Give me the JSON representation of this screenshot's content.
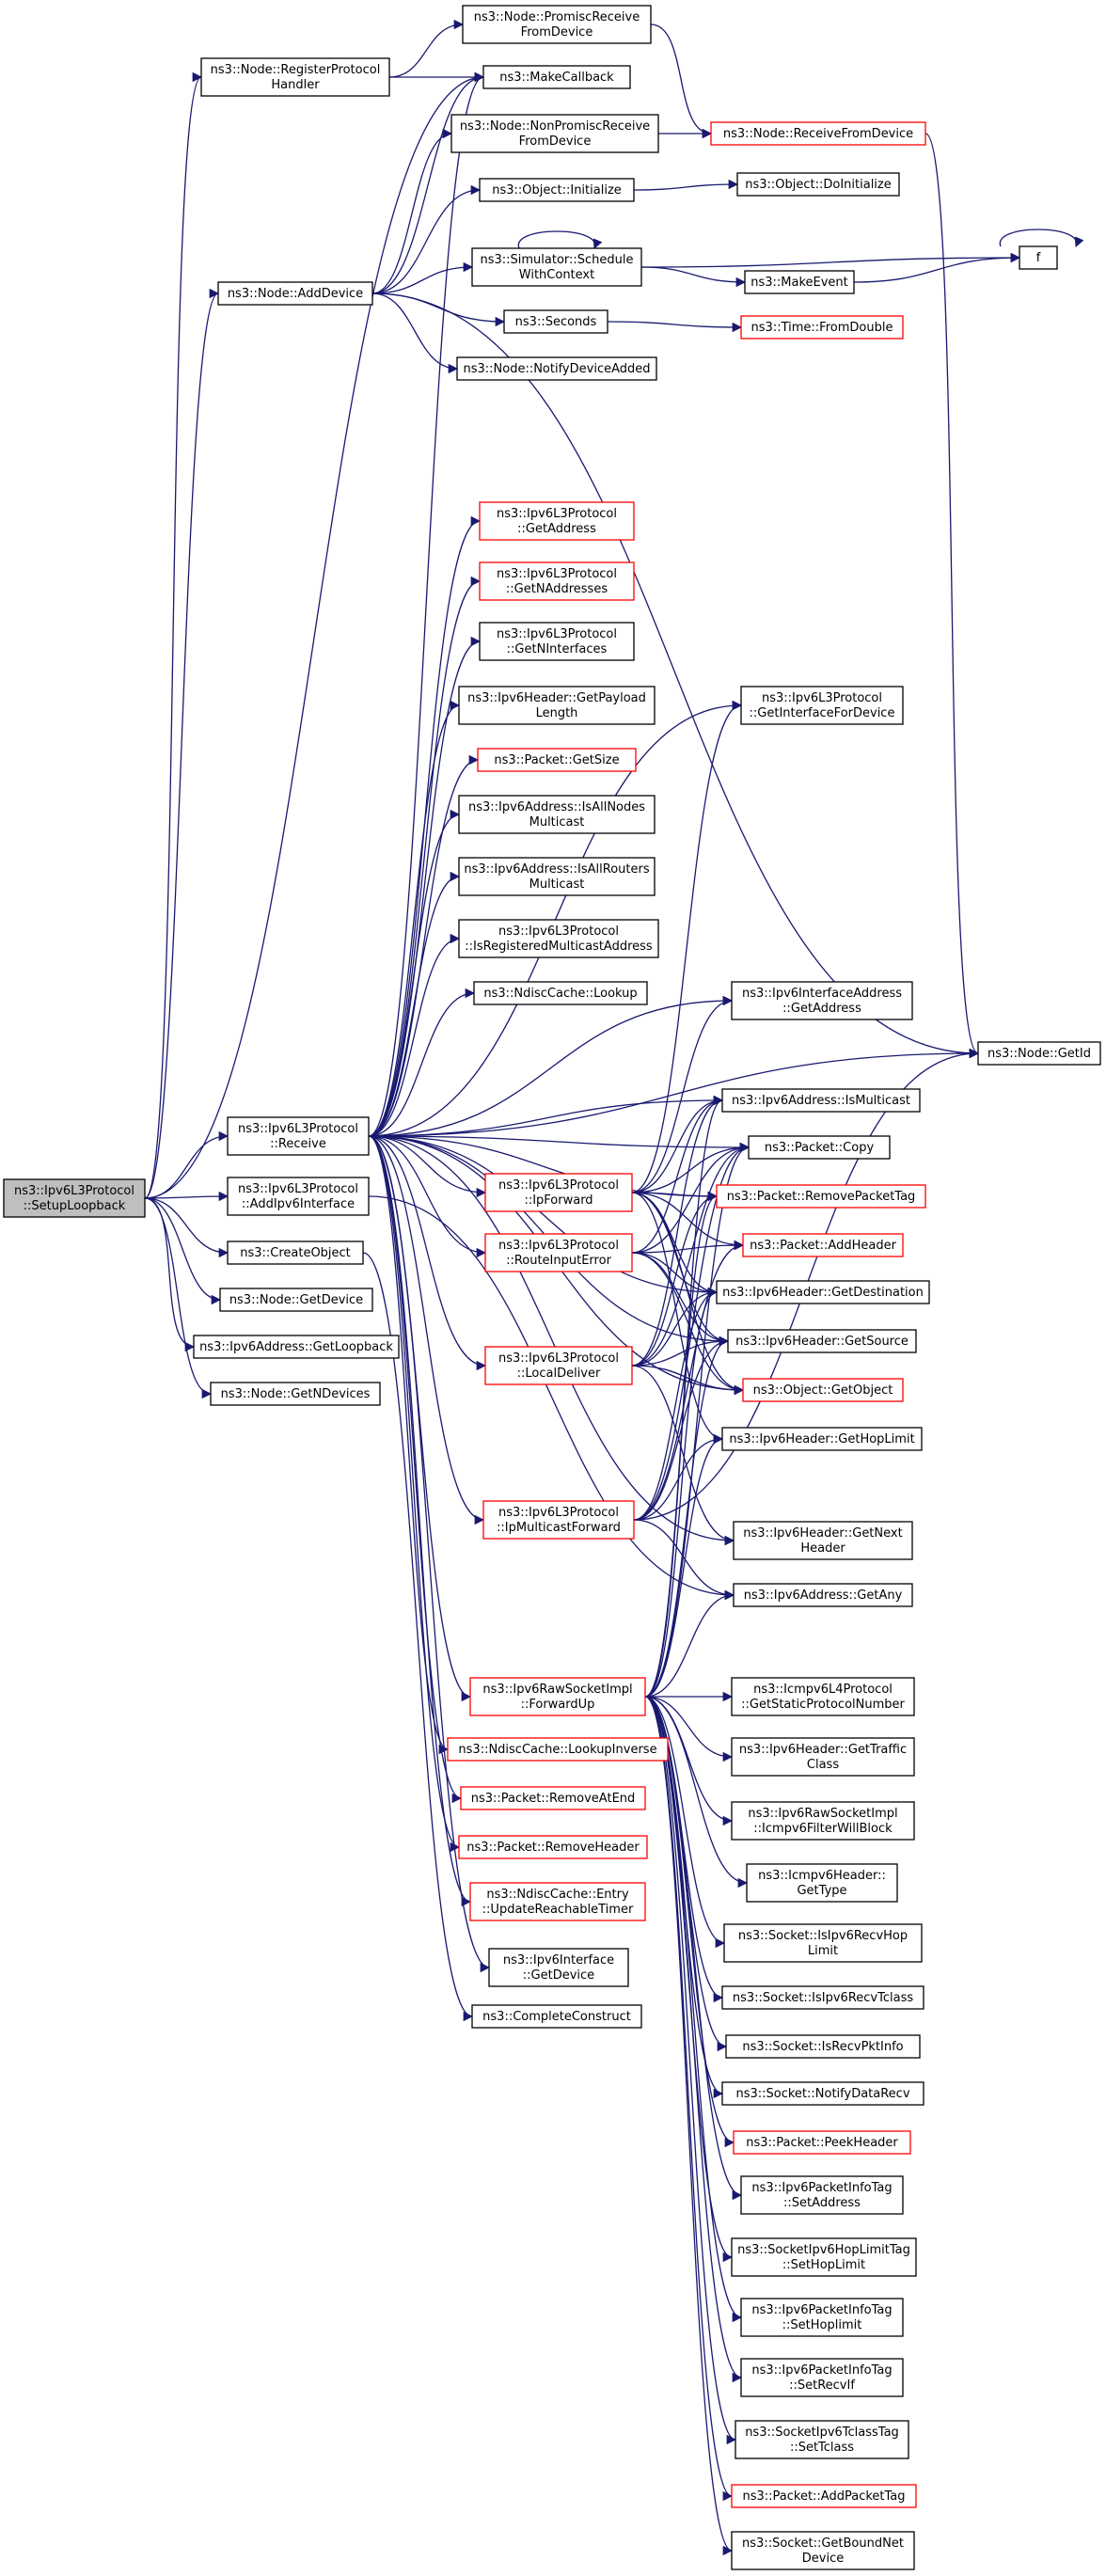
{
  "colors": {
    "edge": "#191970",
    "normal_border": "#000000",
    "truncated_border": "#ff0000",
    "normal_fill": "#ffffff",
    "root_fill": "#bfbfbf"
  },
  "nodes": [
    {
      "id": "root",
      "lines": [
        "ns3::Ipv6L3Protocol",
        "::SetupLoopback"
      ],
      "style": "root"
    },
    {
      "id": "registerProtocolHandler",
      "lines": [
        "ns3::Node::RegisterProtocol",
        "Handler"
      ],
      "style": "normal"
    },
    {
      "id": "promiscReceive",
      "lines": [
        "ns3::Node::PromiscReceive",
        "FromDevice"
      ],
      "style": "normal"
    },
    {
      "id": "makeCallback",
      "lines": [
        "ns3::MakeCallback"
      ],
      "style": "normal"
    },
    {
      "id": "nonPromiscReceive",
      "lines": [
        "ns3::Node::NonPromiscReceive",
        "FromDevice"
      ],
      "style": "normal"
    },
    {
      "id": "receiveFromDevice",
      "lines": [
        "ns3::Node::ReceiveFromDevice"
      ],
      "style": "truncated"
    },
    {
      "id": "objectInitialize",
      "lines": [
        "ns3::Object::Initialize"
      ],
      "style": "normal"
    },
    {
      "id": "objectDoInitialize",
      "lines": [
        "ns3::Object::DoInitialize"
      ],
      "style": "normal"
    },
    {
      "id": "addDevice",
      "lines": [
        "ns3::Node::AddDevice"
      ],
      "style": "normal"
    },
    {
      "id": "scheduleWithContext",
      "lines": [
        "ns3::Simulator::Schedule",
        "WithContext"
      ],
      "style": "normal"
    },
    {
      "id": "f",
      "lines": [
        "f"
      ],
      "style": "normal"
    },
    {
      "id": "makeEvent",
      "lines": [
        "ns3::MakeEvent"
      ],
      "style": "normal"
    },
    {
      "id": "seconds",
      "lines": [
        "ns3::Seconds"
      ],
      "style": "normal"
    },
    {
      "id": "fromDouble",
      "lines": [
        "ns3::Time::FromDouble"
      ],
      "style": "truncated"
    },
    {
      "id": "notifyDeviceAdded",
      "lines": [
        "ns3::Node::NotifyDeviceAdded"
      ],
      "style": "normal"
    },
    {
      "id": "getAddress",
      "lines": [
        "ns3::Ipv6L3Protocol",
        "::GetAddress"
      ],
      "style": "truncated"
    },
    {
      "id": "getNAddresses",
      "lines": [
        "ns3::Ipv6L3Protocol",
        "::GetNAddresses"
      ],
      "style": "truncated"
    },
    {
      "id": "getNInterfaces",
      "lines": [
        "ns3::Ipv6L3Protocol",
        "::GetNInterfaces"
      ],
      "style": "normal"
    },
    {
      "id": "getInterfaceForDevice",
      "lines": [
        "ns3::Ipv6L3Protocol",
        "::GetInterfaceForDevice"
      ],
      "style": "normal"
    },
    {
      "id": "getPayloadLength",
      "lines": [
        "ns3::Ipv6Header::GetPayload",
        "Length"
      ],
      "style": "normal"
    },
    {
      "id": "packetGetSize",
      "lines": [
        "ns3::Packet::GetSize"
      ],
      "style": "truncated"
    },
    {
      "id": "isAllNodesMulticast",
      "lines": [
        "ns3::Ipv6Address::IsAllNodes",
        "Multicast"
      ],
      "style": "normal"
    },
    {
      "id": "isAllRoutersMulticast",
      "lines": [
        "ns3::Ipv6Address::IsAllRouters",
        "Multicast"
      ],
      "style": "normal"
    },
    {
      "id": "isRegisteredMulticastAddress",
      "lines": [
        "ns3::Ipv6L3Protocol",
        "::IsRegisteredMulticastAddress"
      ],
      "style": "normal"
    },
    {
      "id": "ndiscLookup",
      "lines": [
        "ns3::NdiscCache::Lookup"
      ],
      "style": "normal"
    },
    {
      "id": "ifaceGetAddress",
      "lines": [
        "ns3::Ipv6InterfaceAddress",
        "::GetAddress"
      ],
      "style": "normal"
    },
    {
      "id": "nodeGetId",
      "lines": [
        "ns3::Node::GetId"
      ],
      "style": "normal"
    },
    {
      "id": "receive",
      "lines": [
        "ns3::Ipv6L3Protocol",
        "::Receive"
      ],
      "style": "normal"
    },
    {
      "id": "isMulticast",
      "lines": [
        "ns3::Ipv6Address::IsMulticast"
      ],
      "style": "normal"
    },
    {
      "id": "packetCopy",
      "lines": [
        "ns3::Packet::Copy"
      ],
      "style": "normal"
    },
    {
      "id": "ipForward",
      "lines": [
        "ns3::Ipv6L3Protocol",
        "::IpForward"
      ],
      "style": "truncated"
    },
    {
      "id": "removePacketTag",
      "lines": [
        "ns3::Packet::RemovePacketTag"
      ],
      "style": "truncated"
    },
    {
      "id": "addIpv6Interface",
      "lines": [
        "ns3::Ipv6L3Protocol",
        "::AddIpv6Interface"
      ],
      "style": "normal"
    },
    {
      "id": "addHeader",
      "lines": [
        "ns3::Packet::AddHeader"
      ],
      "style": "truncated"
    },
    {
      "id": "createObject",
      "lines": [
        "ns3::CreateObject"
      ],
      "style": "normal"
    },
    {
      "id": "routeInputError",
      "lines": [
        "ns3::Ipv6L3Protocol",
        "::RouteInputError"
      ],
      "style": "truncated"
    },
    {
      "id": "getDestination",
      "lines": [
        "ns3::Ipv6Header::GetDestination"
      ],
      "style": "normal"
    },
    {
      "id": "nodeGetDevice",
      "lines": [
        "ns3::Node::GetDevice"
      ],
      "style": "normal"
    },
    {
      "id": "getSource",
      "lines": [
        "ns3::Ipv6Header::GetSource"
      ],
      "style": "normal"
    },
    {
      "id": "getLoopback",
      "lines": [
        "ns3::Ipv6Address::GetLoopback"
      ],
      "style": "normal"
    },
    {
      "id": "localDeliver",
      "lines": [
        "ns3::Ipv6L3Protocol",
        "::LocalDeliver"
      ],
      "style": "truncated"
    },
    {
      "id": "getNDevices",
      "lines": [
        "ns3::Node::GetNDevices"
      ],
      "style": "normal"
    },
    {
      "id": "getObject",
      "lines": [
        "ns3::Object::GetObject"
      ],
      "style": "truncated"
    },
    {
      "id": "getHopLimit",
      "lines": [
        "ns3::Ipv6Header::GetHopLimit"
      ],
      "style": "normal"
    },
    {
      "id": "ipMulticastForward",
      "lines": [
        "ns3::Ipv6L3Protocol",
        "::IpMulticastForward"
      ],
      "style": "truncated"
    },
    {
      "id": "getNextHeader",
      "lines": [
        "ns3::Ipv6Header::GetNext",
        "Header"
      ],
      "style": "normal"
    },
    {
      "id": "getAny",
      "lines": [
        "ns3::Ipv6Address::GetAny"
      ],
      "style": "normal"
    },
    {
      "id": "forwardUp",
      "lines": [
        "ns3::Ipv6RawSocketImpl",
        "::ForwardUp"
      ],
      "style": "truncated"
    },
    {
      "id": "getStaticProtocolNumber",
      "lines": [
        "ns3::Icmpv6L4Protocol",
        "::GetStaticProtocolNumber"
      ],
      "style": "normal"
    },
    {
      "id": "lookupInverse",
      "lines": [
        "ns3::NdiscCache::LookupInverse"
      ],
      "style": "truncated"
    },
    {
      "id": "getTrafficClass",
      "lines": [
        "ns3::Ipv6Header::GetTraffic",
        "Class"
      ],
      "style": "normal"
    },
    {
      "id": "removeAtEnd",
      "lines": [
        "ns3::Packet::RemoveAtEnd"
      ],
      "style": "truncated"
    },
    {
      "id": "icmpv6FilterWillBlock",
      "lines": [
        "ns3::Ipv6RawSocketImpl",
        "::Icmpv6FilterWillBlock"
      ],
      "style": "normal"
    },
    {
      "id": "removeHeader",
      "lines": [
        "ns3::Packet::RemoveHeader"
      ],
      "style": "truncated"
    },
    {
      "id": "icmpGetType",
      "lines": [
        "ns3::Icmpv6Header::",
        "GetType"
      ],
      "style": "normal"
    },
    {
      "id": "updateReachableTimer",
      "lines": [
        "ns3::NdiscCache::Entry",
        "::UpdateReachableTimer"
      ],
      "style": "truncated"
    },
    {
      "id": "isIpv6RecvHopLimit",
      "lines": [
        "ns3::Socket::IsIpv6RecvHop",
        "Limit"
      ],
      "style": "normal"
    },
    {
      "id": "ipv6InterfaceGetDevice",
      "lines": [
        "ns3::Ipv6Interface",
        "::GetDevice"
      ],
      "style": "normal"
    },
    {
      "id": "isIpv6RecvTclass",
      "lines": [
        "ns3::Socket::IsIpv6RecvTclass"
      ],
      "style": "normal"
    },
    {
      "id": "completeConstruct",
      "lines": [
        "ns3::CompleteConstruct"
      ],
      "style": "normal"
    },
    {
      "id": "isRecvPktInfo",
      "lines": [
        "ns3::Socket::IsRecvPktInfo"
      ],
      "style": "normal"
    },
    {
      "id": "notifyDataRecv",
      "lines": [
        "ns3::Socket::NotifyDataRecv"
      ],
      "style": "normal"
    },
    {
      "id": "peekHeader",
      "lines": [
        "ns3::Packet::PeekHeader"
      ],
      "style": "truncated"
    },
    {
      "id": "pktInfoSetAddress",
      "lines": [
        "ns3::Ipv6PacketInfoTag",
        "::SetAddress"
      ],
      "style": "normal"
    },
    {
      "id": "hopLimitTagSetHopLimit",
      "lines": [
        "ns3::SocketIpv6HopLimitTag",
        "::SetHopLimit"
      ],
      "style": "normal"
    },
    {
      "id": "pktInfoSetHoplimit",
      "lines": [
        "ns3::Ipv6PacketInfoTag",
        "::SetHoplimit"
      ],
      "style": "normal"
    },
    {
      "id": "pktInfoSetRecvIf",
      "lines": [
        "ns3::Ipv6PacketInfoTag",
        "::SetRecvIf"
      ],
      "style": "normal"
    },
    {
      "id": "tclassTagSetTclass",
      "lines": [
        "ns3::SocketIpv6TclassTag",
        "::SetTclass"
      ],
      "style": "normal"
    },
    {
      "id": "addPacketTag",
      "lines": [
        "ns3::Packet::AddPacketTag"
      ],
      "style": "truncated"
    },
    {
      "id": "getBoundNetDevice",
      "lines": [
        "ns3::Socket::GetBoundNet",
        "Device"
      ],
      "style": "normal"
    }
  ]
}
